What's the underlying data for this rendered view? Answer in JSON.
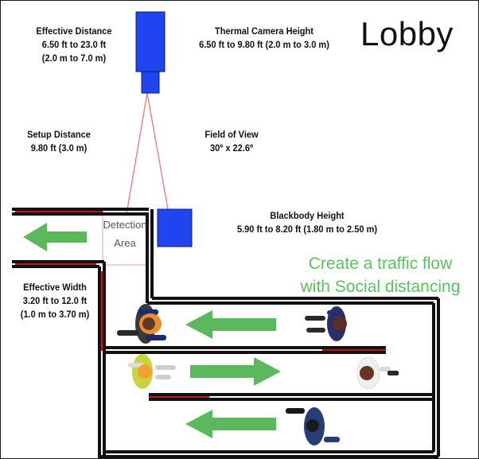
{
  "title": "Lobby",
  "effective_distance": {
    "label": "Effective Distance",
    "ft": "6.50 ft to 23.0 ft",
    "m": "(2.0 m to 7.0 m)"
  },
  "camera_height": {
    "label": "Thermal Camera Height",
    "value": "6.50 ft to 9.80 ft (2.0 m to 3.0 m)"
  },
  "setup_distance": {
    "label": "Setup Distance",
    "value": "9.80 ft (3.0 m)"
  },
  "field_of_view": {
    "label": "Field of View",
    "value": "30º x 22.6º"
  },
  "blackbody_height": {
    "label": "Blackbody Height",
    "value": "5.90 ft to 8.20 ft  (1.80 m to 2.50 m)"
  },
  "detection_area": {
    "line1": "Detection",
    "line2": "Area"
  },
  "effective_width": {
    "label": "Effective Width",
    "ft": "3.20 ft to 12.0 ft",
    "m": "(1.0 m to 3.70 m)"
  },
  "traffic_flow": {
    "line1": "Create a traffic flow",
    "line2": "with Social distancing"
  },
  "colors": {
    "device_blue": "#1f45f0",
    "arrow_green": "#5cb85c",
    "barrier_red": "#c01818",
    "text_green": "#5cc15f"
  }
}
